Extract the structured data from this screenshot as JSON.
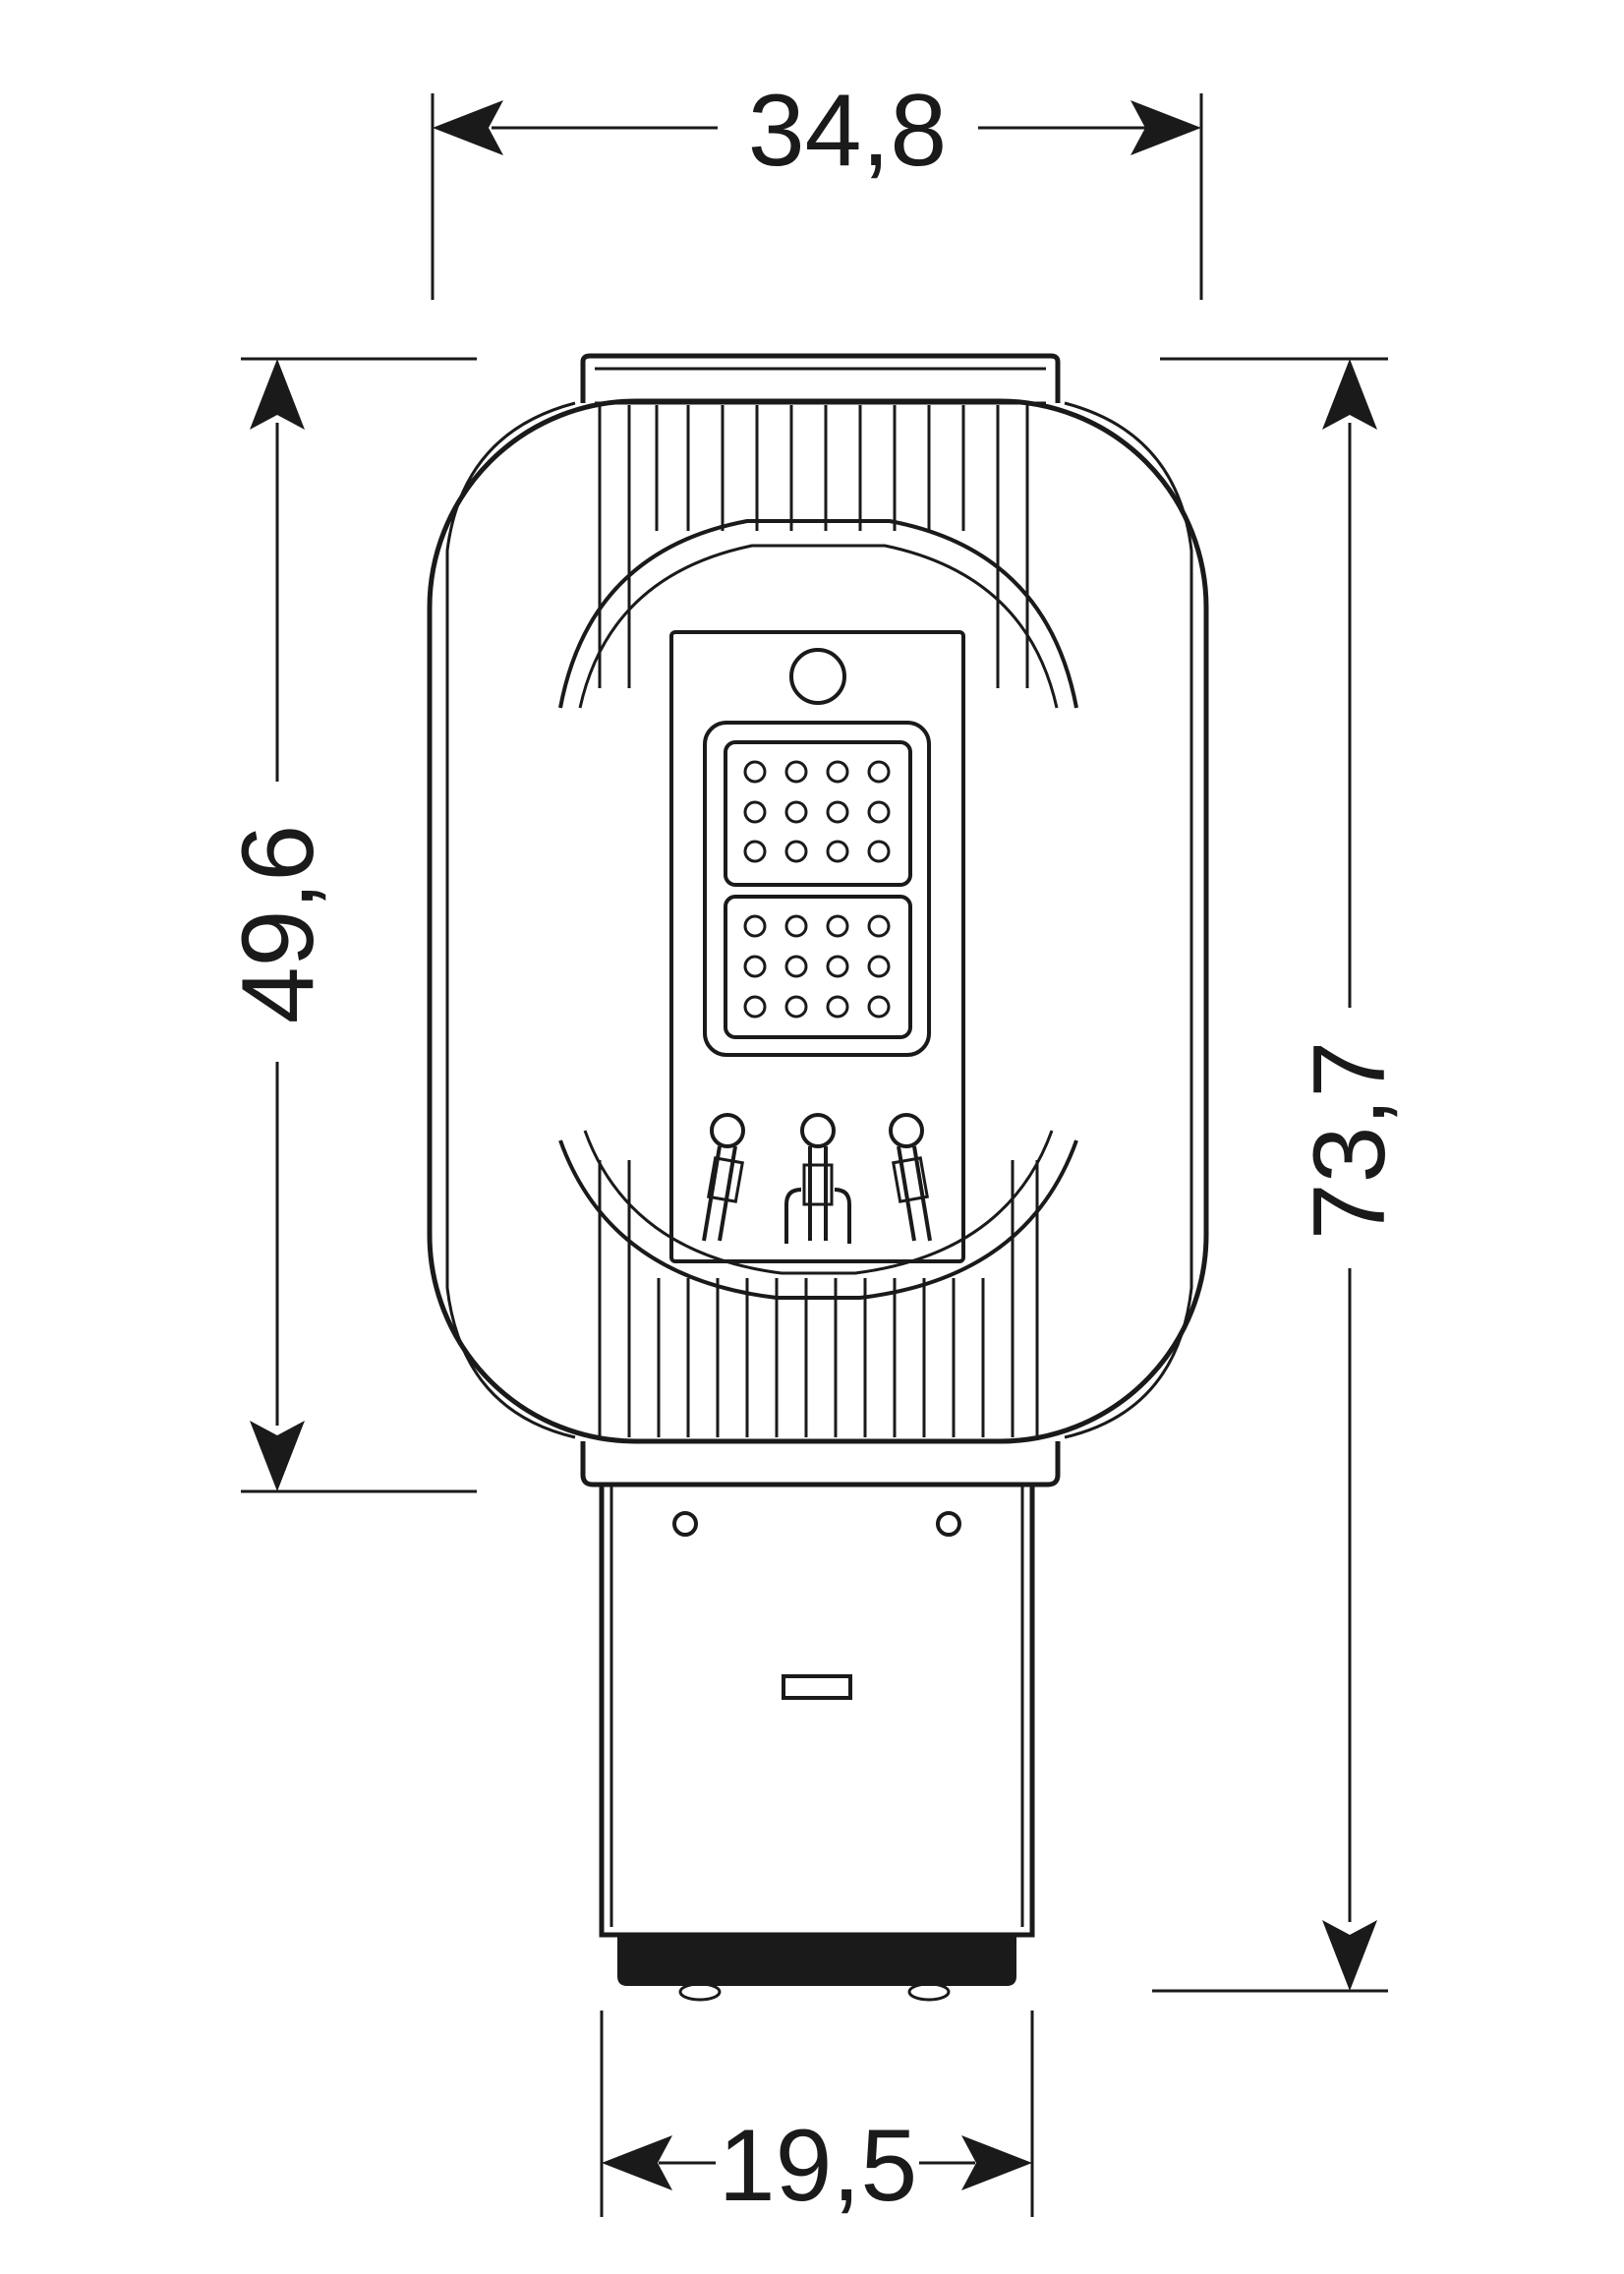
{
  "dimensions": {
    "top_width": "34,8",
    "body_height": "49,6",
    "total_height": "73,7",
    "base_width": "19,5"
  },
  "colors": {
    "line": "#1a1a1a",
    "background": "#ffffff"
  }
}
